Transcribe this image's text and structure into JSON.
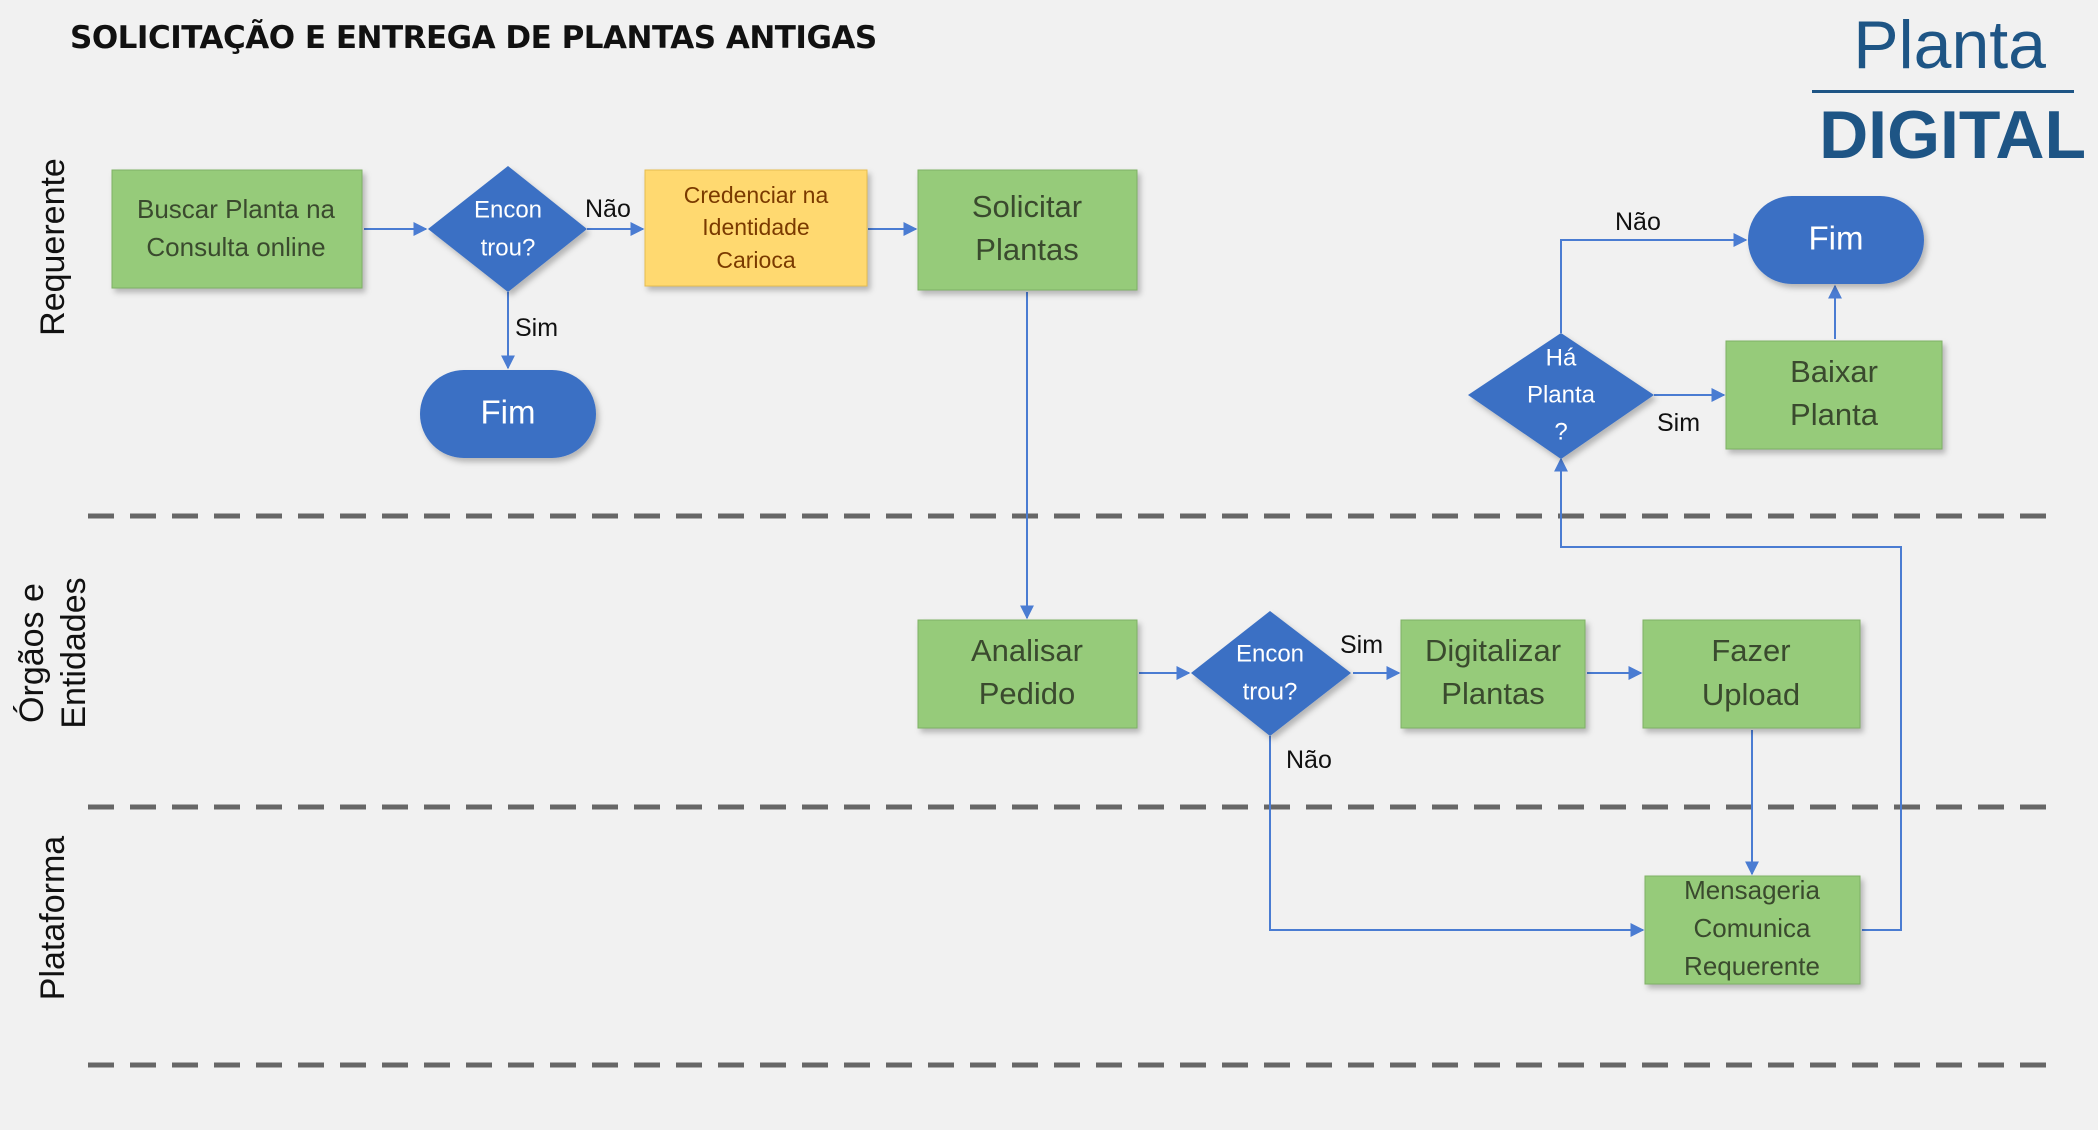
{
  "header": {
    "title": "SOLICITAÇÃO E ENTREGA DE PLANTAS ANTIGAS",
    "brand_top": "Planta",
    "brand_bottom": "DIGITAL"
  },
  "lanes": [
    {
      "key": "requerente",
      "label_lines": [
        "Requerente"
      ]
    },
    {
      "key": "orgaos",
      "label_lines": [
        "Órgãos e",
        "Entidades"
      ]
    },
    {
      "key": "plataforma",
      "label_lines": [
        "Plataforma"
      ]
    }
  ],
  "colors": {
    "process_fill": "#96cb7a",
    "process_text": "#3a4a2e",
    "process_border": "#7fb265",
    "decision_fill": "#3a6fc4",
    "terminal_fill": "#3a6fc4",
    "highlight_fill": "#ffd970",
    "highlight_text": "#7a3a00",
    "edge": "#4a7cd2",
    "lane_divider": "#666666"
  },
  "nodes": {
    "buscar": {
      "type": "process",
      "lines": [
        "Buscar Planta na",
        "Consulta online"
      ]
    },
    "encontrou1": {
      "type": "decision",
      "lines": [
        "Encon",
        "trou?"
      ]
    },
    "credenciar": {
      "type": "highlight",
      "lines": [
        "Credenciar na",
        "Identidade",
        "Carioca"
      ]
    },
    "solicitar": {
      "type": "process",
      "lines": [
        "Solicitar",
        "Plantas"
      ]
    },
    "fim1": {
      "type": "terminal",
      "lines": [
        "Fim"
      ]
    },
    "ha_planta": {
      "type": "decision",
      "lines": [
        "Há",
        "Planta",
        "?"
      ]
    },
    "baixar": {
      "type": "process",
      "lines": [
        "Baixar",
        "Planta"
      ]
    },
    "fim2": {
      "type": "terminal",
      "lines": [
        "Fim"
      ]
    },
    "analisar": {
      "type": "process",
      "lines": [
        "Analisar",
        "Pedido"
      ]
    },
    "encontrou2": {
      "type": "decision",
      "lines": [
        "Encon",
        "trou?"
      ]
    },
    "digitalizar": {
      "type": "process",
      "lines": [
        "Digitalizar",
        "Plantas"
      ]
    },
    "upload": {
      "type": "process",
      "lines": [
        "Fazer",
        "Upload"
      ]
    },
    "mensageria": {
      "type": "process",
      "lines": [
        "Mensageria",
        "Comunica",
        "Requerente"
      ]
    }
  },
  "edge_labels": {
    "e1_no": "Não",
    "e1_yes": "Sim",
    "e2_yes": "Sim",
    "e2_no": "Não",
    "e3_no": "Não",
    "e3_yes": "Sim"
  }
}
